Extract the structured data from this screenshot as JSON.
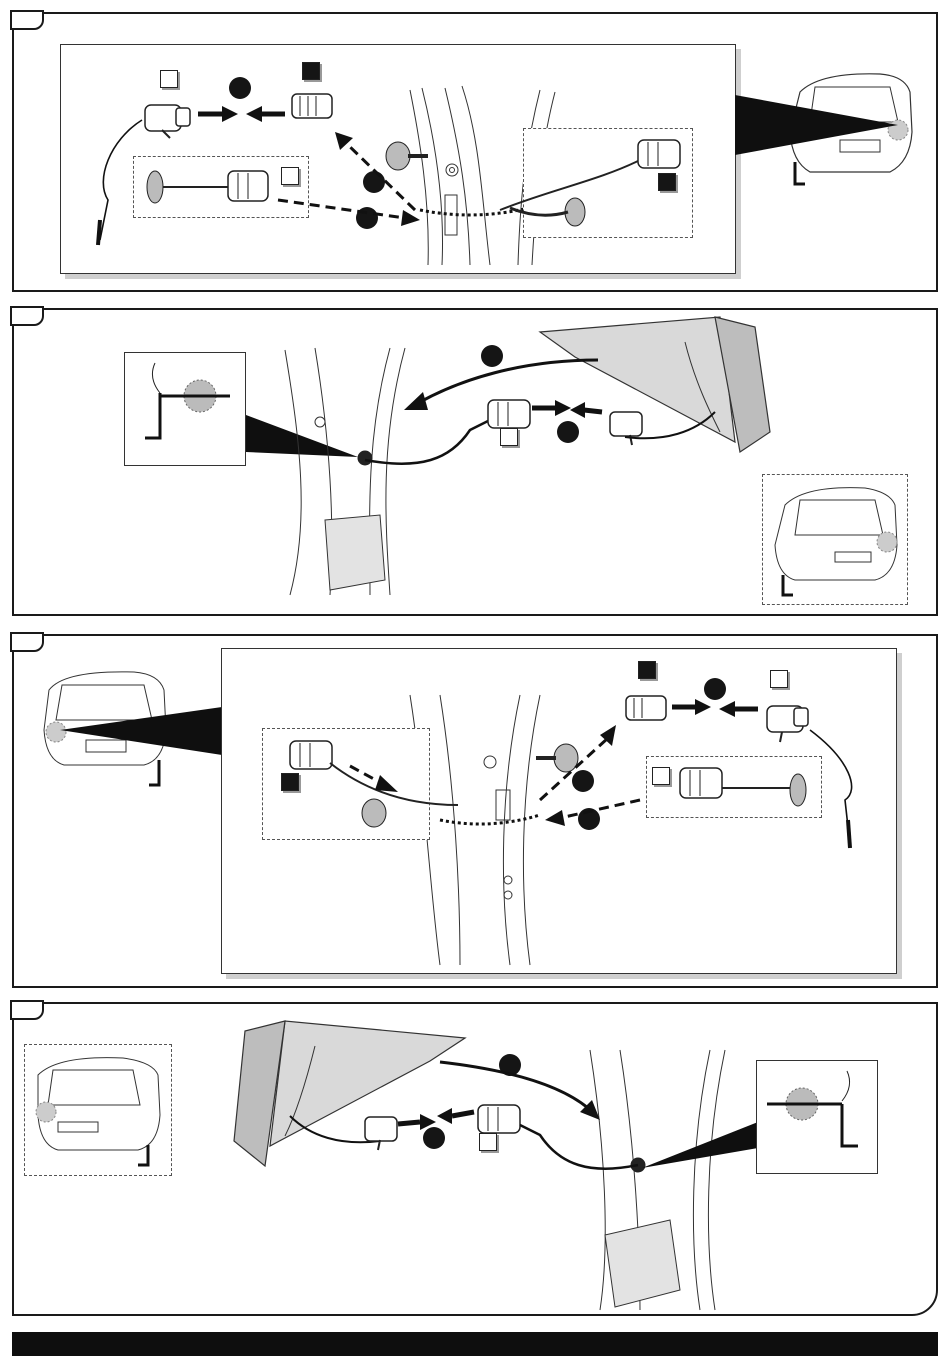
{
  "steps": [
    {
      "id": "step-1"
    },
    {
      "id": "step-2"
    },
    {
      "id": "step-3"
    },
    {
      "id": "step-4"
    }
  ],
  "colors": {
    "frame": "#1a1a1a",
    "marker_dark": "#151515",
    "light_housing": "#d9d9d9",
    "gray_shadow": "#cfcfcf"
  },
  "icons": [
    "connector-icon",
    "grommet-icon",
    "car-rear-icon",
    "tail-light-icon",
    "arrow-icon"
  ],
  "footer": {
    "text": ""
  }
}
